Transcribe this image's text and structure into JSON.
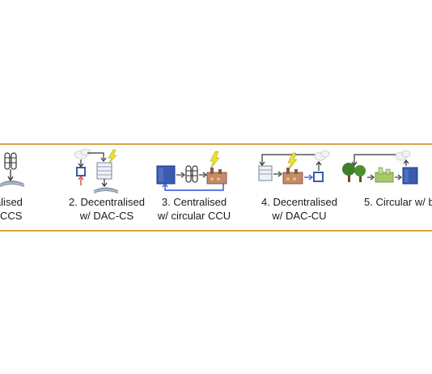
{
  "panels": [
    {
      "line1": "tralised",
      "line2": "CCS"
    },
    {
      "line1": "2. Decentralised",
      "line2": "w/ DAC-CS"
    },
    {
      "line1": "3. Centralised",
      "line2": "w/ circular CCU"
    },
    {
      "line1": "4. Decentralised",
      "line2": "w/ DAC-CU"
    },
    {
      "line1": "5. Circular w/ b",
      "line2": ""
    }
  ],
  "colors": {
    "frame": "#d9a441",
    "box_blue": "#3a5bb0",
    "arrow_blue": "#2a4fd6",
    "arrow_red": "#e0392b",
    "lightning": "#f2e21a",
    "tree_green": "#3f7f2a",
    "plant_green": "#a8c86a"
  },
  "icons": [
    "capture-unit-icon",
    "storage-icon",
    "cloud-icon",
    "lightning-icon",
    "factory-icon",
    "sensor-box-icon",
    "tree-icon"
  ]
}
